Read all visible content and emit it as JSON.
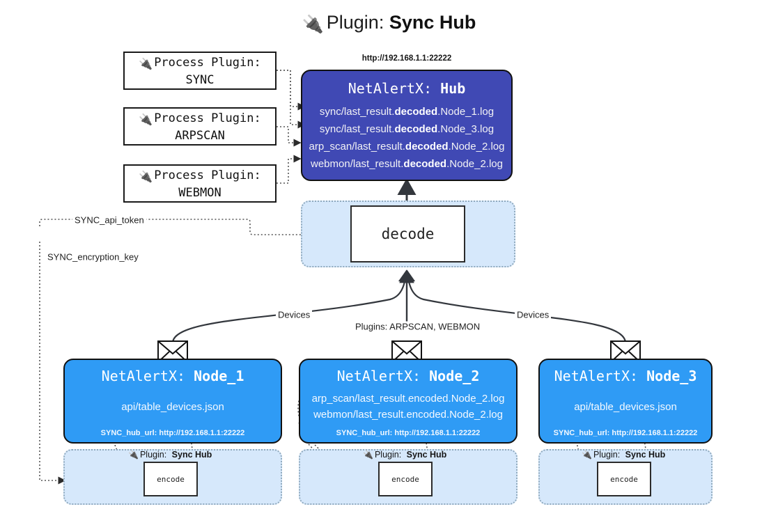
{
  "title": {
    "icon": "plug-icon",
    "prefix": "Plugin:",
    "name": "Sync Hub"
  },
  "process_plugins": [
    {
      "icon": "plug-icon",
      "caption": "Process Plugin:",
      "name": "SYNC"
    },
    {
      "icon": "plug-icon",
      "caption": "Process Plugin:",
      "name": "ARPSCAN"
    },
    {
      "icon": "plug-icon",
      "caption": "Process Plugin:",
      "name": "WEBMON"
    }
  ],
  "hub": {
    "url": "http://192.168.1.1:22222",
    "header_prefix": "NetAlertX:",
    "header_name": "Hub",
    "logs": [
      {
        "pre": "sync/last_result.",
        "em": "decoded",
        "post": ".Node_1.log"
      },
      {
        "pre": "sync/last_result.",
        "em": "decoded",
        "post": ".Node_3.log"
      },
      {
        "pre": "arp_scan/last_result.",
        "em": "decoded",
        "post": ".Node_2.log"
      },
      {
        "pre": "webmon/last_result.",
        "em": "decoded",
        "post": ".Node_2.log"
      }
    ]
  },
  "decode": {
    "label": "decode"
  },
  "settings": {
    "api_token": "SYNC_api_token",
    "encryption_key": "SYNC_encryption_key"
  },
  "edges": {
    "devices_left": "Devices",
    "devices_right": "Devices",
    "plugins_mid": "Plugins: ARPSCAN, WEBMON"
  },
  "nodes": [
    {
      "icon": "envelope-icon",
      "header_prefix": "NetAlertX:",
      "header_name": "Node_1",
      "lines": [
        "api/table_devices.json"
      ],
      "footer": "SYNC_hub_url: http://192.168.1.1:22222"
    },
    {
      "icon": "envelope-icon",
      "header_prefix": "NetAlertX:",
      "header_name": "Node_2",
      "lines": [
        "arp_scan/last_result.encoded.Node_2.log",
        "webmon/last_result.encoded.Node_2.log"
      ],
      "footer": "SYNC_hub_url: http://192.168.1.1:22222"
    },
    {
      "icon": "envelope-icon",
      "header_prefix": "NetAlertX:",
      "header_name": "Node_3",
      "lines": [
        "api/table_devices.json"
      ],
      "footer": "SYNC_hub_url: http://192.168.1.1:22222"
    }
  ],
  "encoders": [
    {
      "icon": "plug-icon",
      "caption_prefix": "Plugin:",
      "caption_name": "Sync Hub",
      "label": "encode"
    },
    {
      "icon": "plug-icon",
      "caption_prefix": "Plugin:",
      "caption_name": "Sync Hub",
      "label": "encode"
    },
    {
      "icon": "plug-icon",
      "caption_prefix": "Plugin:",
      "caption_name": "Sync Hub",
      "label": "encode"
    }
  ],
  "colors": {
    "hub_fill": "#4049b4",
    "node_fill": "#2f9bf5",
    "container_fill": "#d6e8fb",
    "stroke": "#111111"
  }
}
